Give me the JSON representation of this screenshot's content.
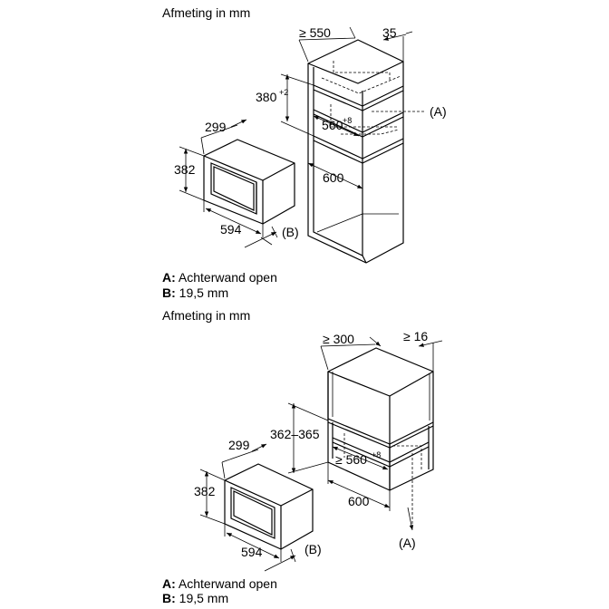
{
  "figures": [
    {
      "heading": "Afmeting in mm",
      "dims": {
        "cab_depth": "≥ 550",
        "cab_side": "35",
        "niche_height": "380",
        "niche_height_tol": "+2",
        "niche_width": "560",
        "niche_width_tol": "+8",
        "cab_width": "600",
        "dev_depth": "299",
        "dev_height": "382",
        "dev_width": "594"
      },
      "callouts": {
        "A": "(A)",
        "B": "(B)"
      },
      "legend": [
        {
          "key": "A:",
          "text": "Achterwand open"
        },
        {
          "key": "B:",
          "text": "19,5 mm"
        }
      ]
    },
    {
      "heading": "Afmeting in mm",
      "dims": {
        "cab_depth": "≥ 300",
        "cab_side": "≥ 16",
        "niche_height": "362–365",
        "niche_width": "≥ 560",
        "niche_width_tol": "+8",
        "cab_width": "600",
        "dev_depth": "299",
        "dev_height": "382",
        "dev_width": "594"
      },
      "callouts": {
        "A": "(A)",
        "B": "(B)"
      },
      "legend": [
        {
          "key": "A:",
          "text": "Achterwand open"
        },
        {
          "key": "B:",
          "text": "19,5 mm"
        }
      ]
    }
  ]
}
